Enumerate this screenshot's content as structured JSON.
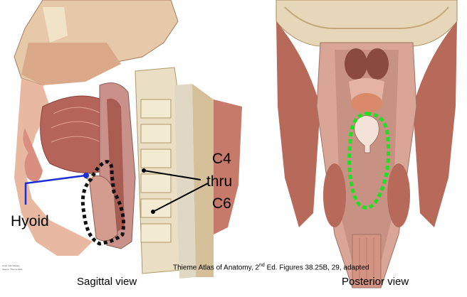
{
  "labels": {
    "hyoid": "Hyoid",
    "c4": "C4",
    "thru": "thru",
    "c6": "C6"
  },
  "captions": {
    "left": "Sagittal view",
    "right": "Posterior view",
    "citation_pre": "Thieme Atlas of Anatomy, 2",
    "citation_sup": "nd",
    "citation_post": " Ed. Figures 38.25B, 29, adapted"
  },
  "credit_lines": [
    "Artist: Karl Wesker",
    "Source: Thieme Atlas"
  ],
  "colors": {
    "hyoid_pointer": "#1a2fd6",
    "outline_black": "#111111",
    "outline_green": "#22dd22",
    "tissue": "#c9918a",
    "muscle": "#b5645a",
    "bone": "#eadfc4"
  }
}
